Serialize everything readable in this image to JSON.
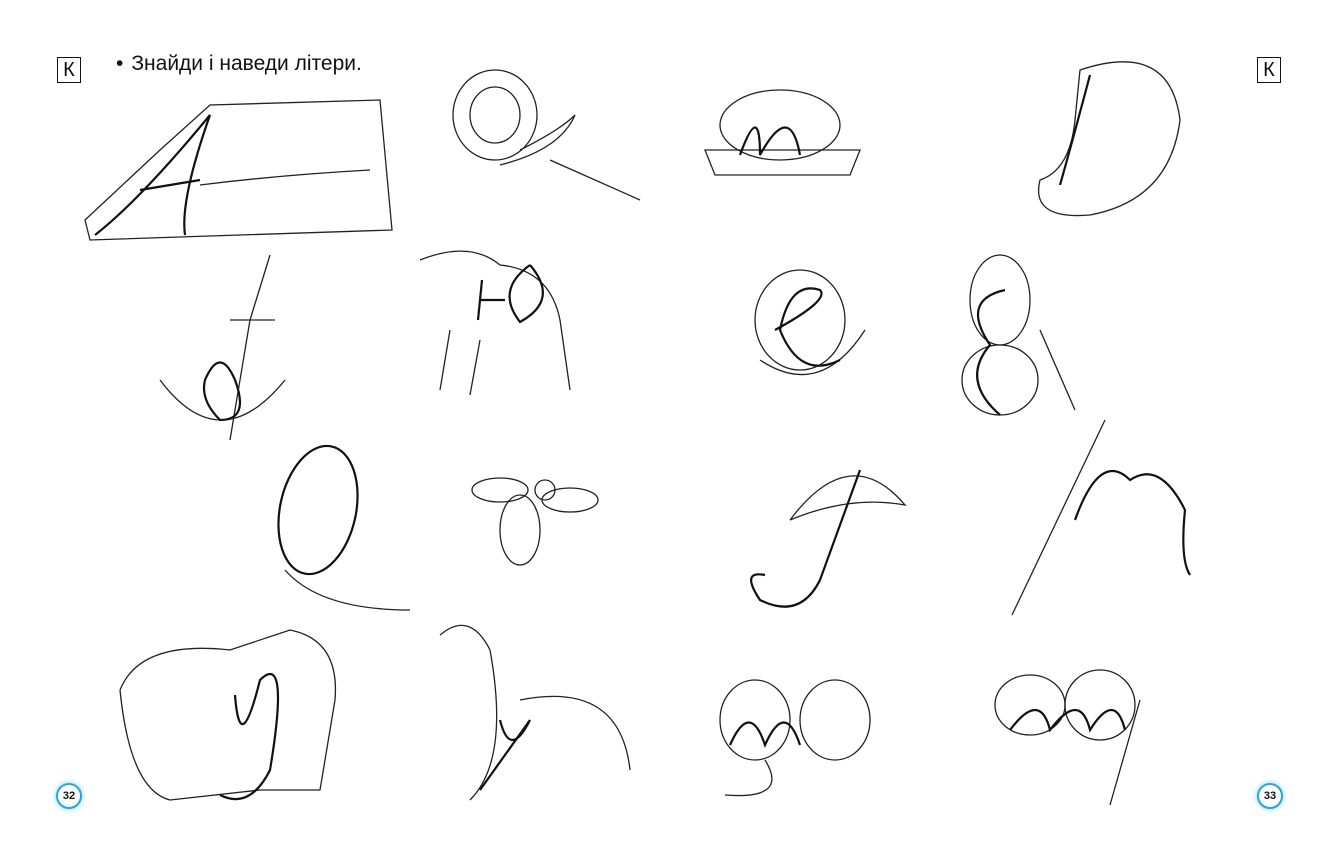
{
  "left_page": {
    "section_marker": "К",
    "instruction": "Знайди і наведи літери.",
    "bullet": "•",
    "page_number": "32"
  },
  "right_page": {
    "section_marker": "К",
    "page_number": "33"
  },
  "colors": {
    "page_badge_border": "#27a6df",
    "ink": "#111111"
  }
}
